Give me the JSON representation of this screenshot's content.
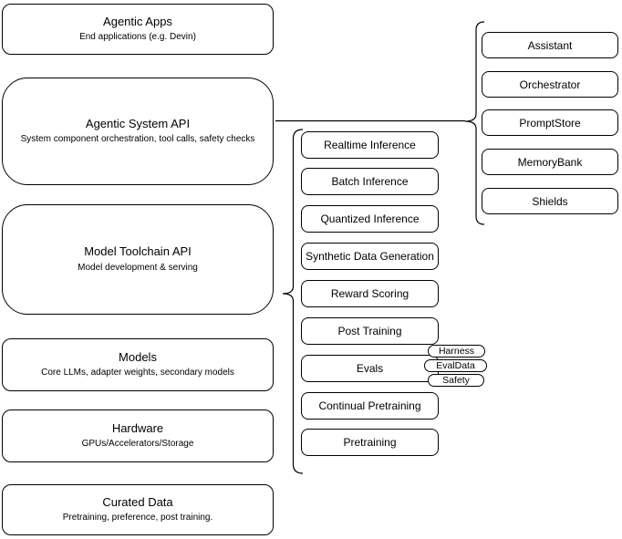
{
  "diagram": {
    "stack_layers": [
      {
        "title": "Agentic Apps",
        "subtitle": "End applications (e.g. Devin)"
      },
      {
        "title": "Agentic System API",
        "subtitle": "System component orchestration, tool calls, safety checks"
      },
      {
        "title": "Model Toolchain API",
        "subtitle": "Model development & serving"
      },
      {
        "title": "Models",
        "subtitle": "Core LLMs, adapter weights, secondary models"
      },
      {
        "title": "Hardware",
        "subtitle": "GPUs/Accelerators/Storage"
      },
      {
        "title": "Curated Data",
        "subtitle": "Pretraining, preference, post training."
      }
    ],
    "toolchain_components": [
      "Realtime Inference",
      "Batch Inference",
      "Quantized Inference",
      "Synthetic Data Generation",
      "Reward Scoring",
      "Post Training",
      "Evals",
      "Continual Pretraining",
      "Pretraining"
    ],
    "evals_badges": [
      "Harness",
      "EvalData",
      "Safety"
    ],
    "system_components": [
      "Assistant",
      "Orchestrator",
      "PromptStore",
      "MemoryBank",
      "Shields"
    ],
    "colors": {
      "stroke": "#000000",
      "fill": "#ffffff",
      "text": "#000000"
    }
  }
}
